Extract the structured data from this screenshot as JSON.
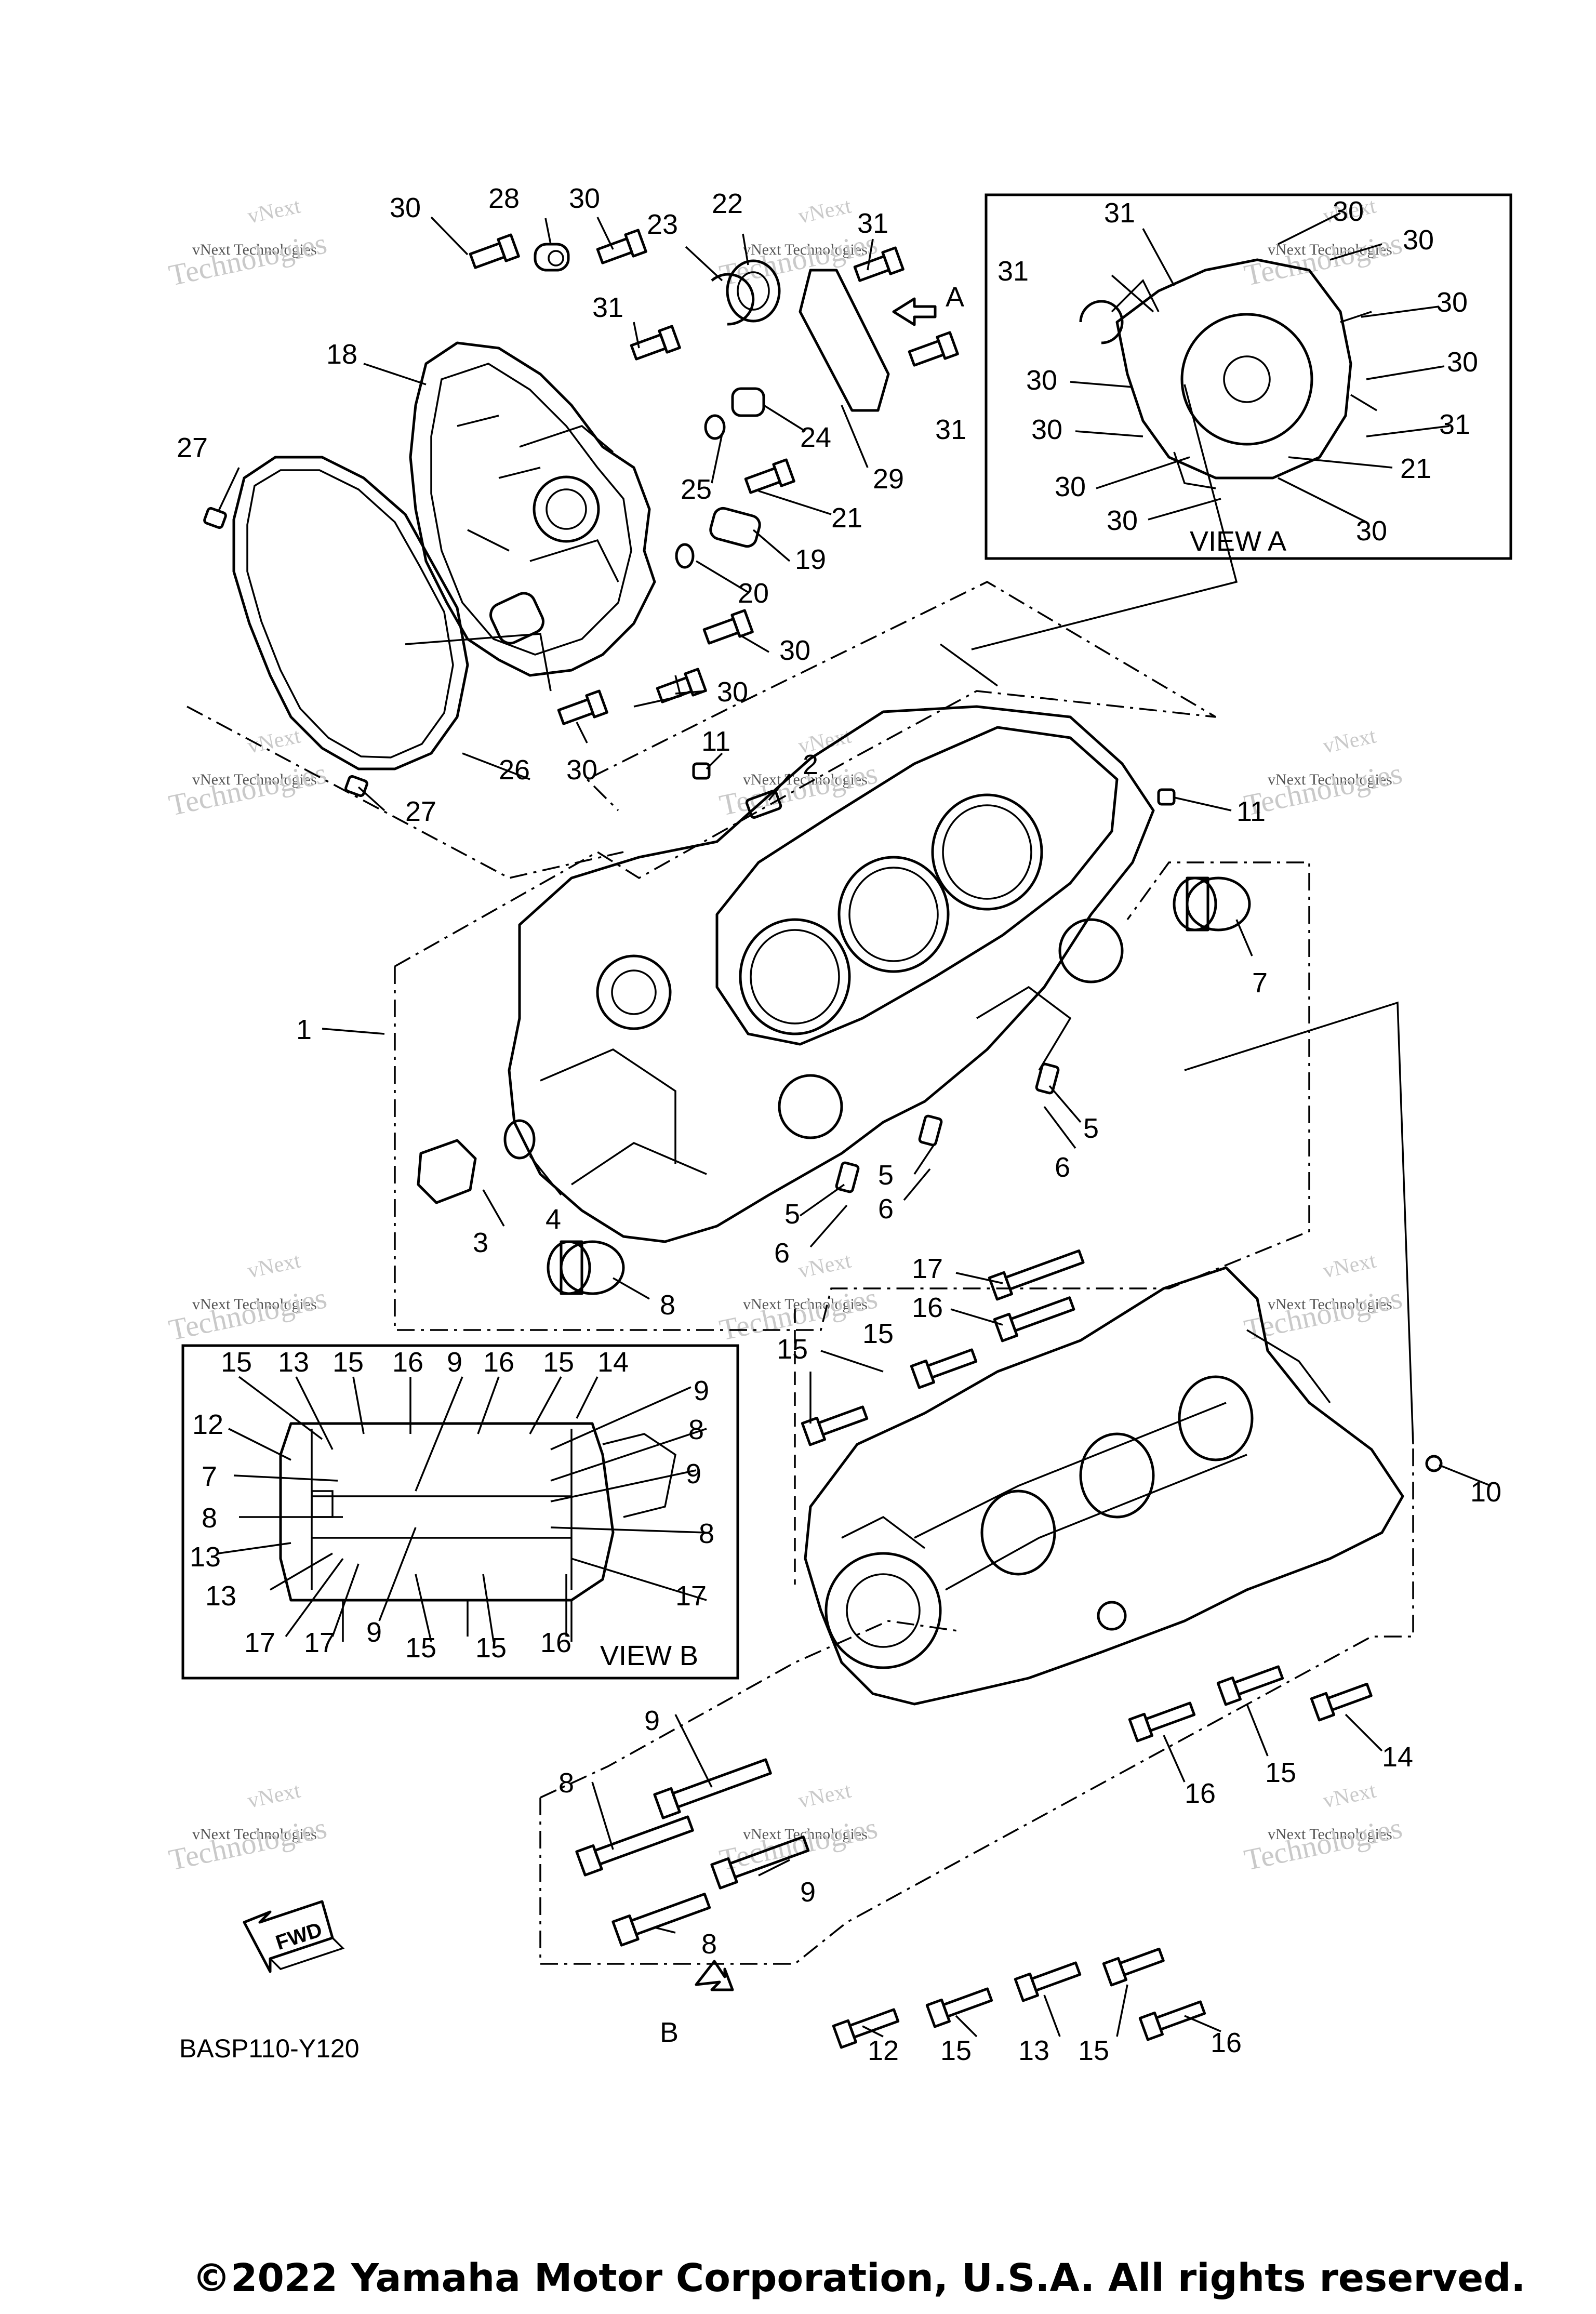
{
  "diagram": {
    "part_code": "BASP110-Y120",
    "copyright": "©2022 Yamaha Motor Corporation, U.S.A. All rights reserved.",
    "fwd_label": "FWD",
    "view_a_title": "VIEW A",
    "view_b_title": "VIEW B",
    "arrow_a_label": "A",
    "arrow_b_label": "B",
    "watermark": {
      "line1": "vNext",
      "line2": "vNext Technologies",
      "line3": "Technologies"
    },
    "callouts": {
      "main": [
        "30",
        "28",
        "30",
        "23",
        "22",
        "31",
        "31",
        "31",
        "18",
        "24",
        "27",
        "25",
        "29",
        "21",
        "19",
        "20",
        "30",
        "30",
        "30",
        "26",
        "27",
        "11",
        "2",
        "11",
        "7",
        "1",
        "5",
        "6",
        "5",
        "6",
        "5",
        "6",
        "3",
        "4",
        "8",
        "17",
        "16",
        "15",
        "15",
        "10",
        "9",
        "8",
        "9",
        "8",
        "16",
        "15",
        "14",
        "12",
        "15",
        "13",
        "15",
        "16"
      ],
      "view_a": [
        "31",
        "30",
        "30",
        "30",
        "31",
        "30",
        "30",
        "30",
        "30",
        "31",
        "30",
        "21",
        "30",
        "30"
      ],
      "view_b": [
        "15",
        "13",
        "15",
        "16",
        "9",
        "16",
        "15",
        "14",
        "12",
        "9",
        "7",
        "8",
        "8",
        "9",
        "8",
        "8",
        "13",
        "17",
        "13",
        "17",
        "17",
        "9",
        "15",
        "15",
        "16"
      ]
    }
  }
}
